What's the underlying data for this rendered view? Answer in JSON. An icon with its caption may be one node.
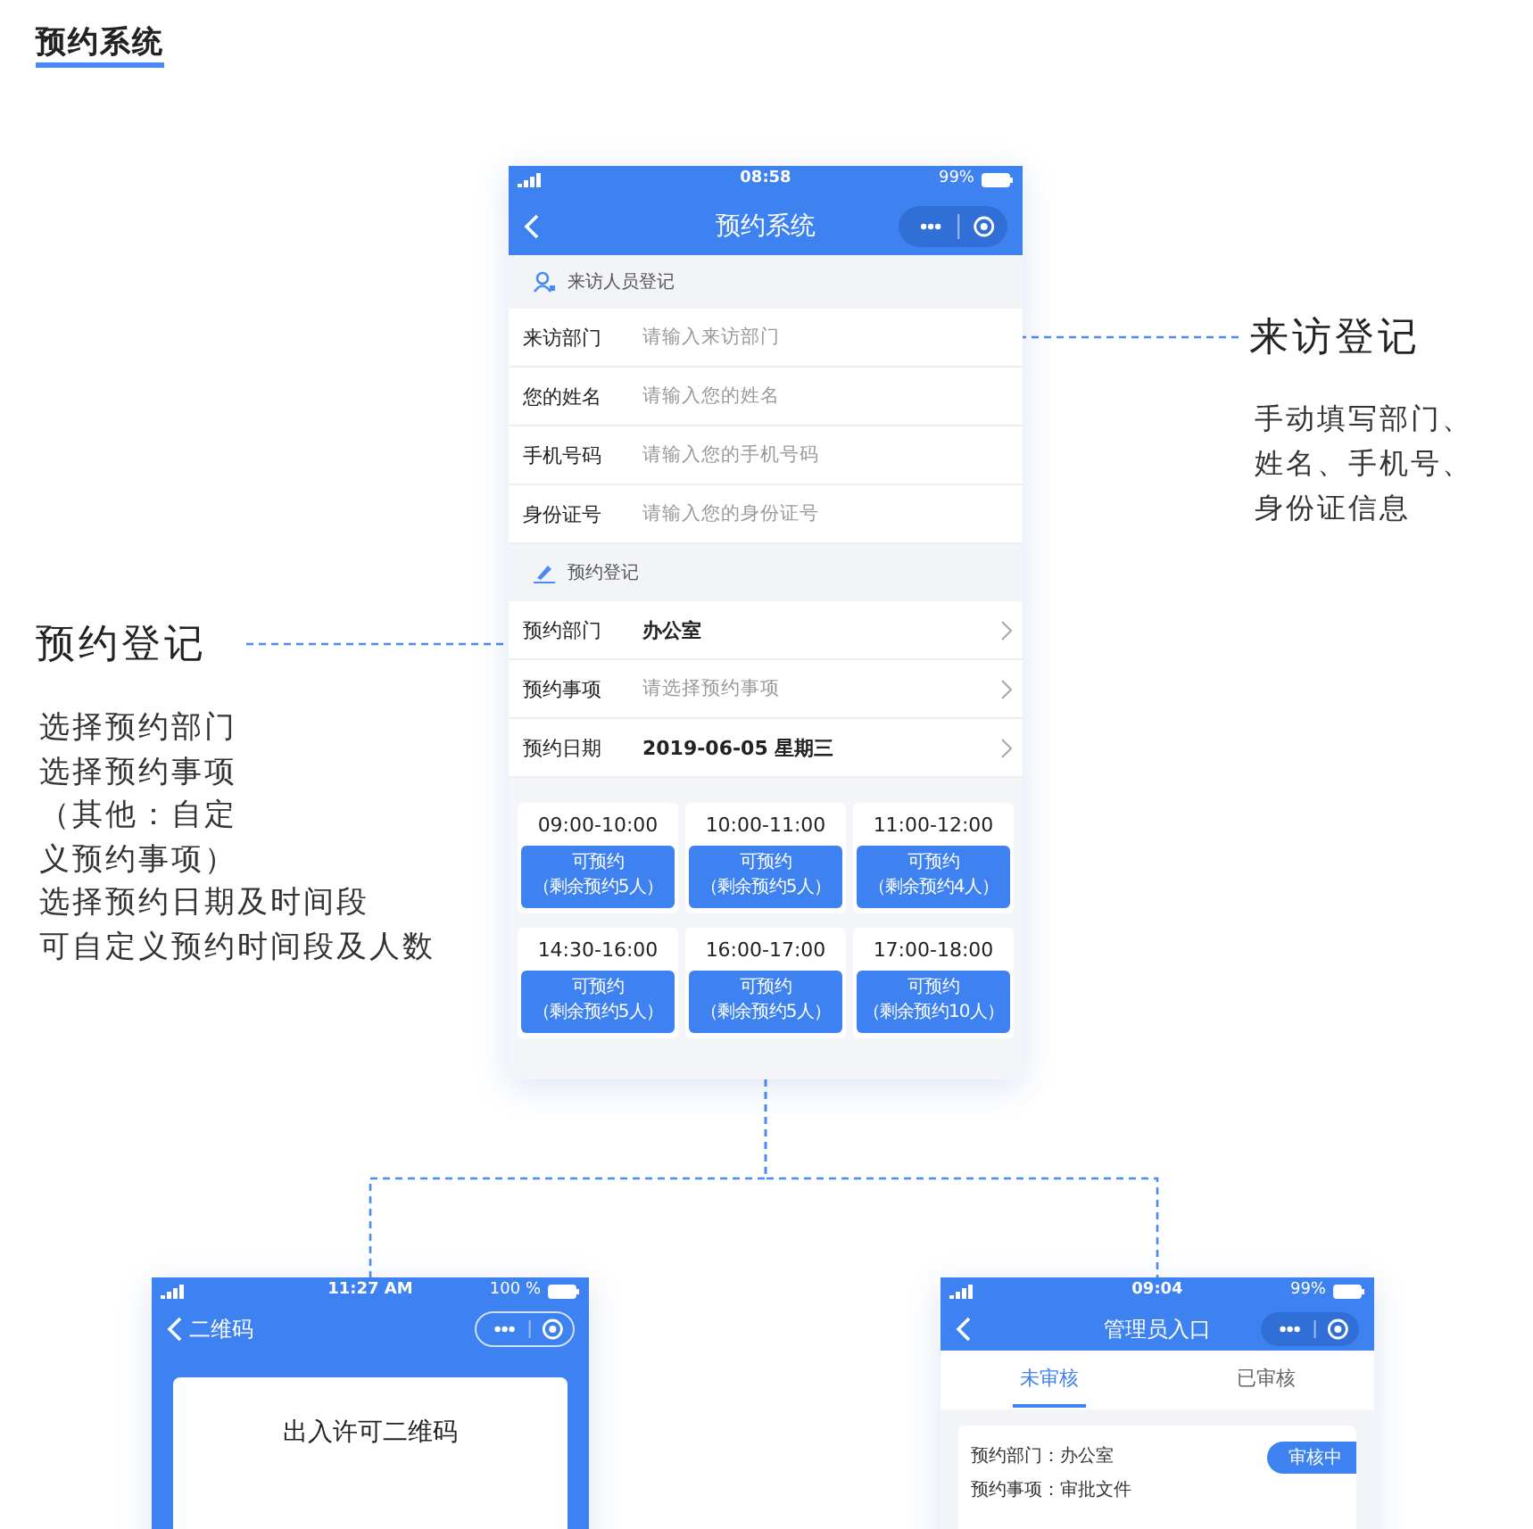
{
  "diagram": {
    "title": "预约系统",
    "nodes": [
      {
        "text": [
          "08:58",
          "99%",
          "预约系统"
        ]
      },
      {
        "text": [
          "来访人员登记"
        ],
        "in": 0
      },
      {
        "text": [
          "来访部门",
          "请输入来访部门"
        ],
        "in": 0
      },
      {
        "text": [
          "您的姓名",
          "请输入您的姓名"
        ],
        "in": 0
      },
      {
        "text": [
          "手机号码",
          "请输入您的手机号码"
        ],
        "in": 0
      },
      {
        "text": [
          "身份证号",
          "请输入您的身份证号"
        ],
        "in": 0
      },
      {
        "text": [
          "预约登记"
        ],
        "in": 0
      },
      {
        "text": [
          "预约部门",
          "办公室"
        ],
        "in": 0
      },
      {
        "text": [
          "预约事项",
          "请选择预约事项"
        ],
        "in": 0
      },
      {
        "text": [
          "预约日期",
          "2019-06-05 星期三"
        ],
        "in": 0
      },
      {
        "text": [
          "09:00-10:00",
          "可预约",
          "（剩余预约5人）"
        ],
        "in": 0
      },
      {
        "text": [
          "10:00-11:00",
          "可预约",
          "（剩余预约5人）"
        ],
        "in": 0
      },
      {
        "text": [
          "11:00-12:00",
          "可预约",
          "（剩余预约4人）"
        ],
        "in": 0
      },
      {
        "text": [
          "14:30-16:00",
          "可预约",
          "（剩余预约5人）"
        ],
        "in": 0
      },
      {
        "text": [
          "16:00-17:00",
          "可预约",
          "（剩余预约5人）"
        ],
        "in": 0
      },
      {
        "text": [
          "17:00-18:00",
          "可预约",
          "（剩余预约10人）"
        ],
        "in": 0
      },
      {
        "text": [
          "来访登记"
        ],
        "beside": [
          "手动填写部门、姓名、手机号、身份证信息"
        ]
      },
      {
        "text": [
          "预约登记"
        ],
        "beside": [
          "选择预约部门",
          "选择预约事项",
          "（其他：自定义预约事项）",
          "选择预约日期及时间段",
          "可自定义预约时间段及人数"
        ]
      },
      {
        "text": [
          "11:27 AM",
          "100 %",
          "二维码"
        ]
      },
      {
        "text": [
          "出入许可二维码"
        ],
        "in": 18
      },
      {
        "text": [
          "09:04",
          "99%",
          "管理员入口",
          "未审核",
          "已审核"
        ]
      },
      {
        "text": [
          "预约部门：办公室",
          "预约事项：审批文件",
          "审核中"
        ],
        "in": 20
      }
    ],
    "edges": [
      {
        "from": 16,
        "to": 2,
        "arrow": "none",
        "style": "dashed"
      },
      {
        "from": 17,
        "to": 7,
        "arrow": "none",
        "style": "dashed"
      },
      {
        "from": 0,
        "to": 18,
        "arrow": "none",
        "style": "dashed"
      },
      {
        "from": 0,
        "to": 20,
        "arrow": "none",
        "style": "dashed"
      }
    ]
  }
}
